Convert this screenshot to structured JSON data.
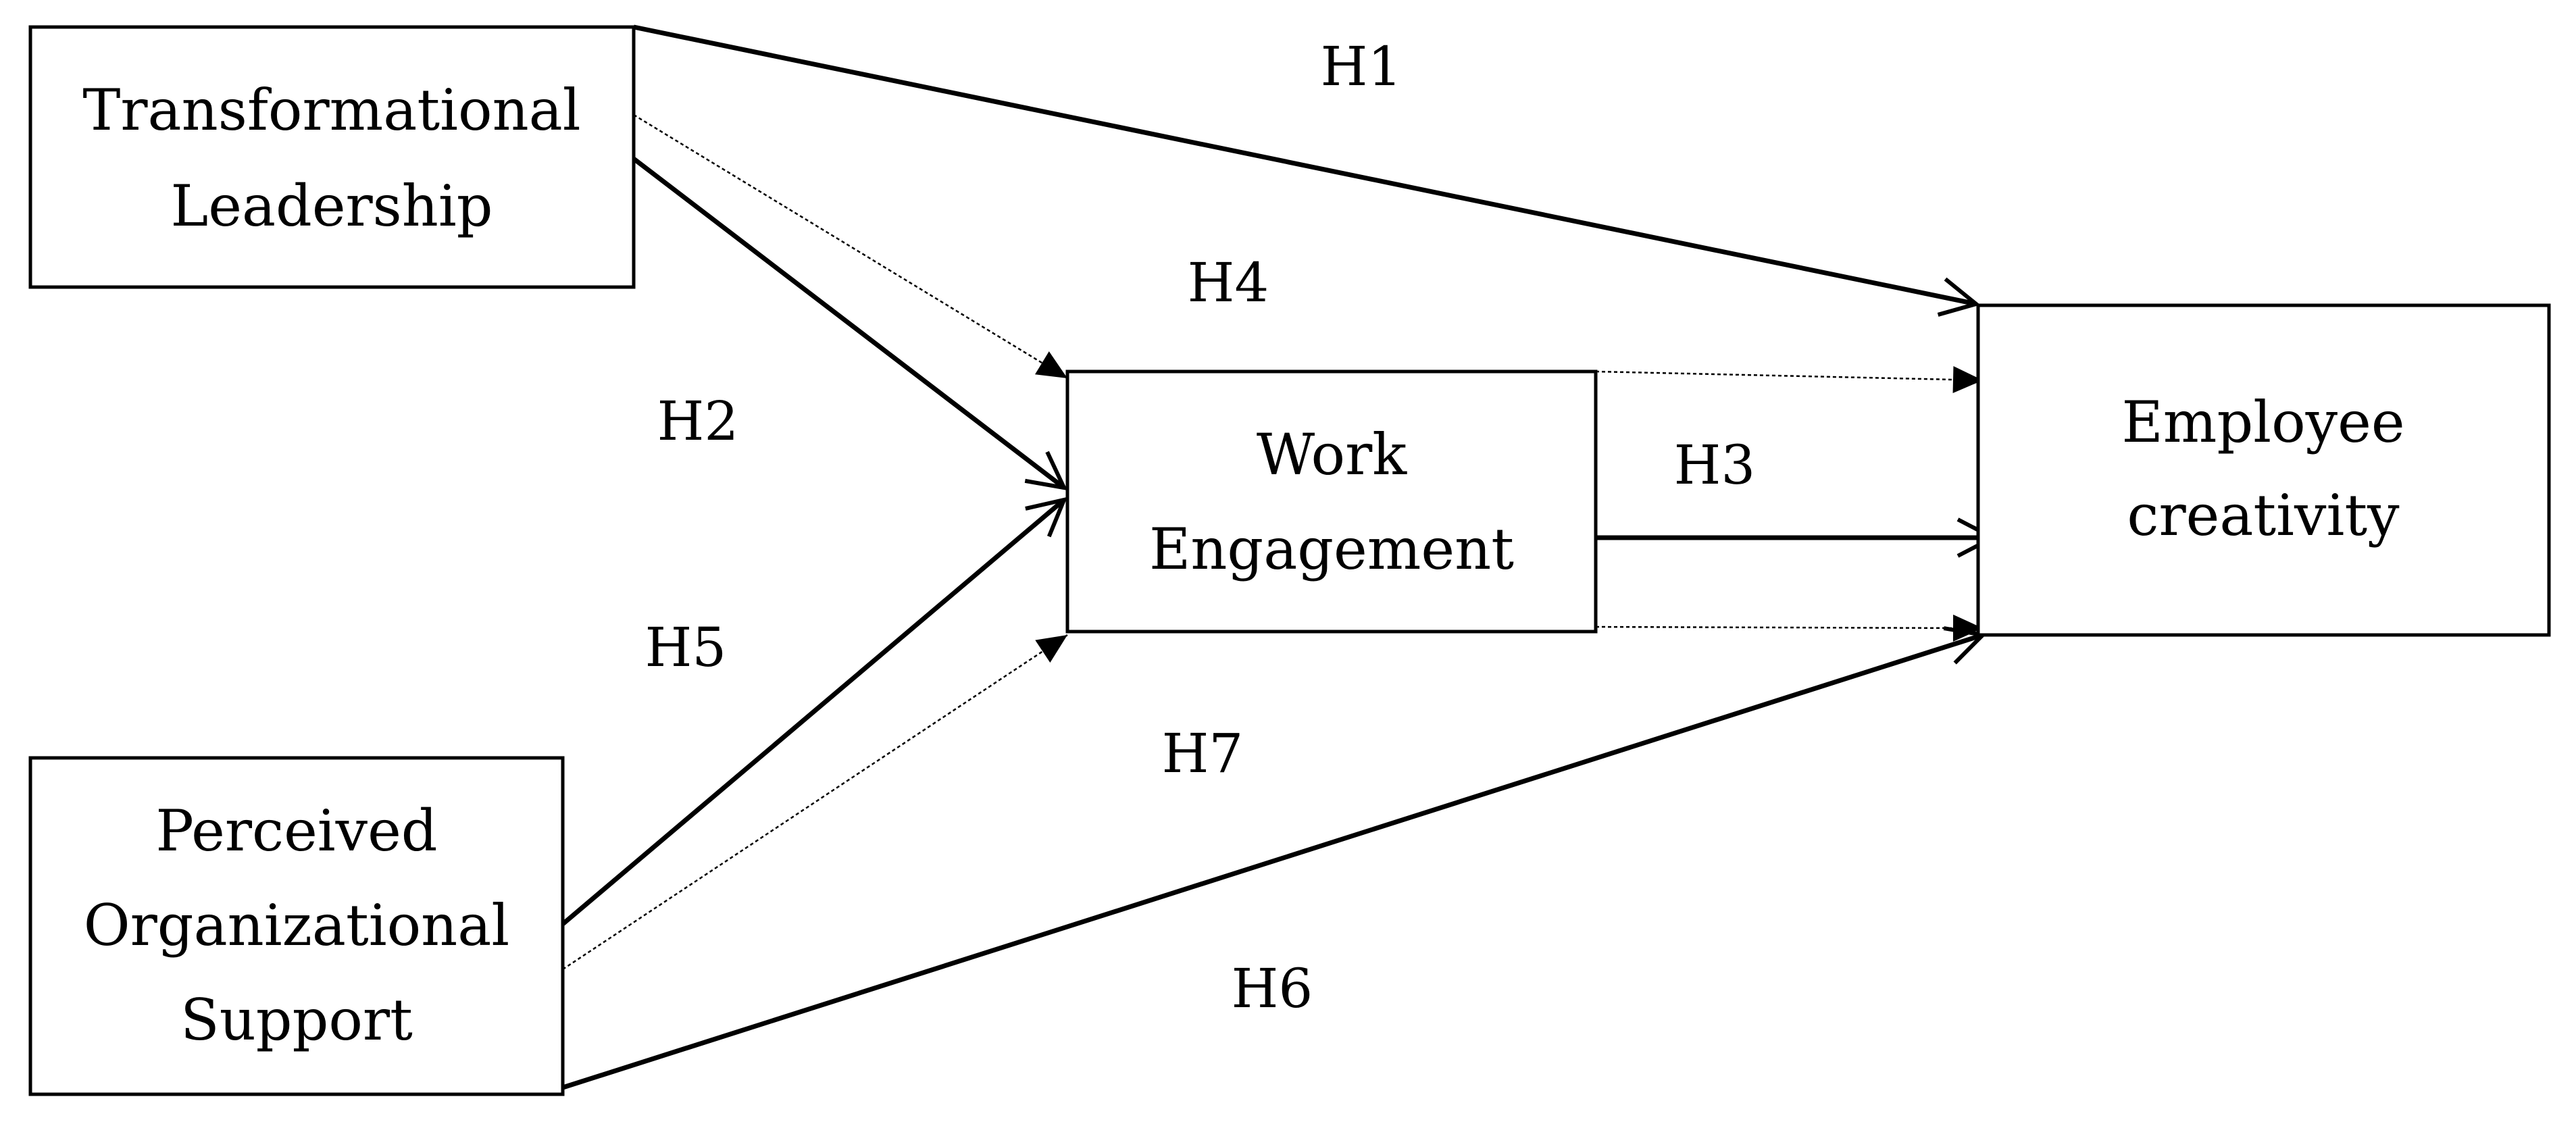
{
  "nodes": {
    "transformational_leadership": {
      "lines": [
        "Transformational",
        "Leadership"
      ]
    },
    "work_engagement": {
      "lines": [
        "Work",
        "Engagement"
      ]
    },
    "employee_creativity": {
      "lines": [
        "Employee",
        "creativity"
      ]
    },
    "perceived_organizational_support": {
      "lines": [
        "Perceived",
        "Organizational",
        "Support"
      ]
    }
  },
  "hypotheses": {
    "h1": "H1",
    "h2": "H2",
    "h3": "H3",
    "h4": "H4",
    "h5": "H5",
    "h6": "H6",
    "h7": "H7"
  },
  "paths": [
    {
      "id": "h1",
      "from": "Transformational Leadership",
      "to": "Employee creativity",
      "style": "solid"
    },
    {
      "id": "h2",
      "from": "Transformational Leadership",
      "to": "Work Engagement",
      "style": "solid"
    },
    {
      "id": "h3",
      "from": "Work Engagement",
      "to": "Employee creativity",
      "style": "solid"
    },
    {
      "id": "h4",
      "from": "Transformational Leadership",
      "to": "Employee creativity",
      "via": "Work Engagement",
      "style": "dotted"
    },
    {
      "id": "h5",
      "from": "Perceived Organizational Support",
      "to": "Work Engagement",
      "style": "solid"
    },
    {
      "id": "h6",
      "from": "Perceived Organizational Support",
      "to": "Employee creativity",
      "style": "solid"
    },
    {
      "id": "h7",
      "from": "Perceived Organizational Support",
      "to": "Employee creativity",
      "via": "Work Engagement",
      "style": "dotted"
    }
  ],
  "colors": {
    "line": "#000000",
    "box_fill": "#ffffff",
    "background": "#ffffff"
  }
}
